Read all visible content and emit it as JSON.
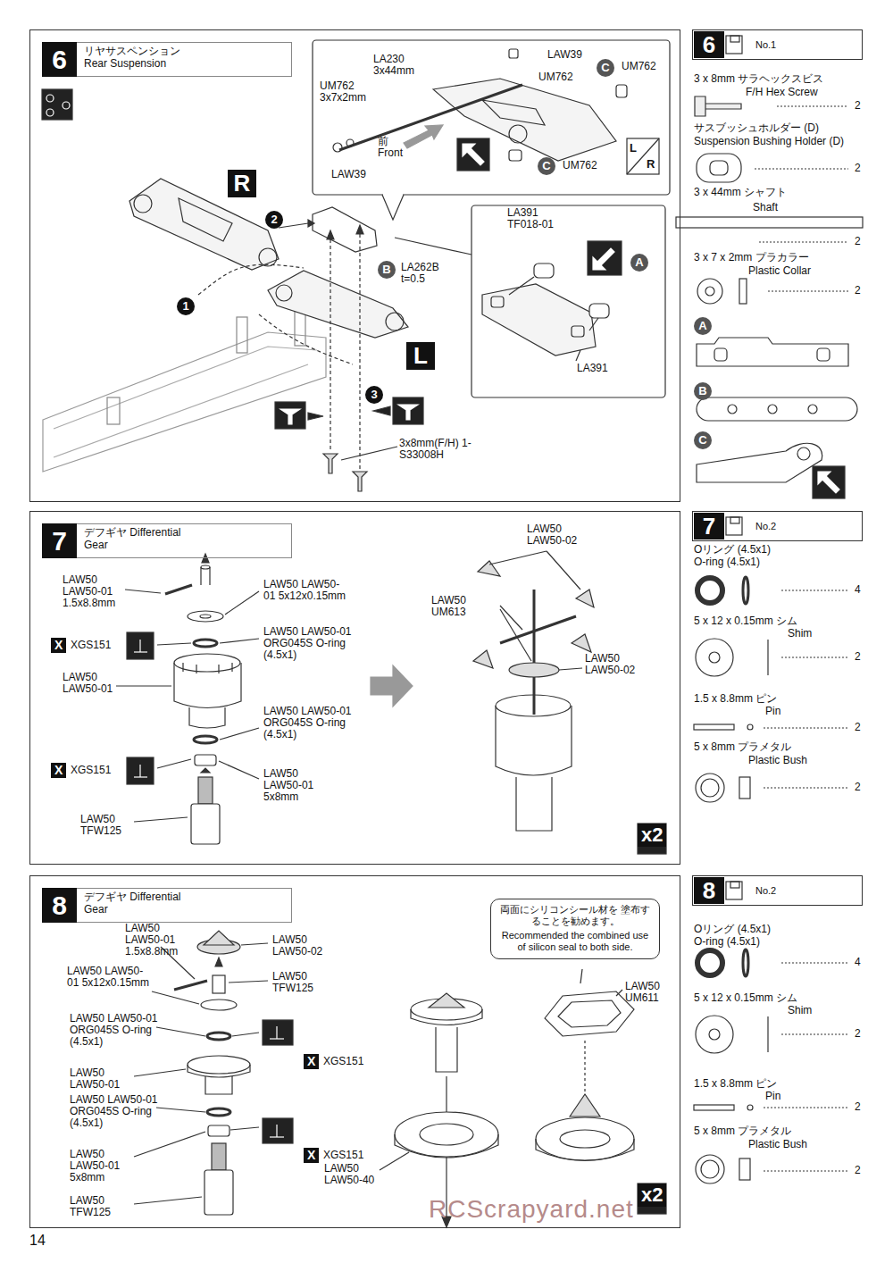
{
  "diagram": {
    "nodes": [
      {
        "text": [
          "6",
          "リヤサスペンション Rear Suspension"
        ]
      },
      {
        "text": [
          "6",
          "No.1"
        ]
      },
      {
        "text": [
          "7",
          "デフギヤ Differential Gear"
        ]
      },
      {
        "text": [
          "7",
          "No.2"
        ]
      },
      {
        "text": [
          "8",
          "デフギヤ Differential Gear"
        ]
      },
      {
        "text": [
          "8",
          "No.2"
        ]
      },
      {
        "text": [
          "両面にシリコンシール材を 塗布することを勧めます。",
          "Recommended the combined use of silicon seal to both side."
        ],
        "in": 4
      }
    ],
    "labels": [
      "R",
      "L",
      "2",
      "1",
      "3",
      "B",
      "LA262B t=0.5",
      "3x8mm(F/H) 1-S33008H",
      "LAW39",
      "LA230 3x44mm",
      "UM762",
      "C",
      "UM762",
      "UM762 3x7x2mm",
      "前 Front",
      "LAW39",
      "C",
      "UM762",
      "LA391 TF018-01",
      "A",
      "LA391",
      "3 x 8mm サラヘックスビス",
      "F/H Hex Screw",
      "2",
      "サスブッシュホルダー (D)",
      "Suspension Bushing Holder (D)",
      "2",
      "3 x 44mm シャフト",
      "Shaft",
      "2",
      "3 x 7 x 2mm プラカラー",
      "Plastic Collar",
      "2",
      "A",
      "B",
      "C",
      "LAW50 LAW50-01 1.5x8.8mm",
      "LAW50 LAW50-01 5x12x0.15mm",
      "X",
      "XGS151",
      "LAW50 LAW50-01 ORG045S O-ring (4.5x1)",
      "LAW50 LAW50-01",
      "LAW50 LAW50-01 ORG045S O-ring (4.5x1)",
      "X",
      "XGS151",
      "LAW50 LAW50-01 5x8mm",
      "LAW50 TFW125",
      "LAW50 LAW50-02",
      "LAW50 UM613",
      "LAW50 LAW50-02",
      "x2",
      "Oリング (4.5x1)",
      "O-ring (4.5x1)",
      "4",
      "5 x 12 x 0.15mm シム",
      "Shim",
      "2",
      "1.5 x 8.8mm ピン",
      "Pin",
      "2",
      "5 x 8mm プラメタル",
      "Plastic Bush",
      "2",
      "LAW50 LAW50-01 1.5x8.8mm",
      "LAW50 LAW50-02",
      "LAW50 LAW50-01 5x12x0.15mm",
      "LAW50 TFW125",
      "LAW50 LAW50-01 ORG045S O-ring (4.5x1)",
      "X",
      "XGS151",
      "LAW50 LAW50-01",
      "LAW50 LAW50-01 ORG045S O-ring (4.5x1)",
      "X",
      "XGS151",
      "LAW50 LAW50-01 5x8mm",
      "LAW50 TFW125",
      "LAW50 UM611",
      "LAW50 LAW50-40",
      "x2",
      "Oリング (4.5x1)",
      "O-ring (4.5x1)",
      "4",
      "5 x 12 x 0.15mm シム",
      "Shim",
      "2",
      "1.5 x 8.8mm ピン",
      "Pin",
      "2",
      "5 x 8mm プラメタル",
      "Plastic Bush",
      "2",
      "14",
      "RCScrapyard.net",
      "L",
      "R"
    ]
  }
}
